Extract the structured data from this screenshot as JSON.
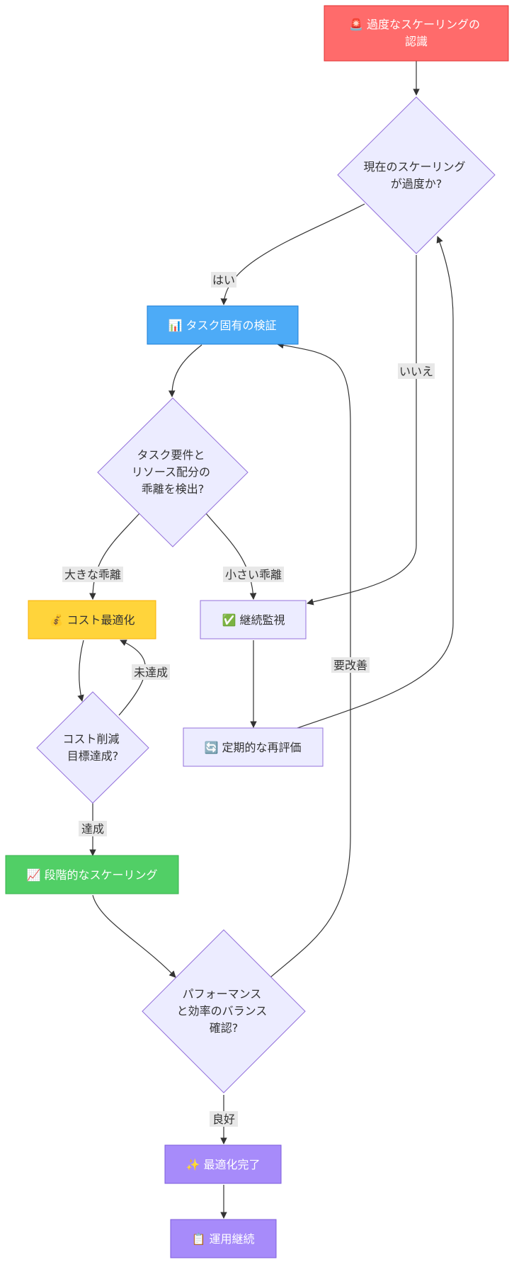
{
  "diagram": {
    "colors": {
      "red": "#ff6b6b",
      "blue": "#4dabf7",
      "yellow": "#ffd43b",
      "green": "#51cf66",
      "purple": "#a78bfa",
      "default_fill": "#ececff",
      "default_stroke": "#9370db",
      "edge": "#333333",
      "label_bg": "#e8e8e8"
    },
    "nodes": {
      "recognize": {
        "icon": "🚨",
        "lines": [
          "過度なスケーリングの",
          "認識"
        ]
      },
      "is_excessive": {
        "lines": [
          "現在のスケーリング",
          "が過度か?"
        ]
      },
      "task_validation": {
        "icon": "📊",
        "lines": [
          "タスク固有の検証"
        ]
      },
      "detect_gap": {
        "lines": [
          "タスク要件と",
          "リソース配分の",
          "乖離を検出?"
        ]
      },
      "cost_opt": {
        "icon": "💰",
        "lines": [
          "コスト最適化"
        ]
      },
      "monitor": {
        "icon": "✅",
        "lines": [
          "継続監視"
        ]
      },
      "target_reached": {
        "lines": [
          "コスト削減",
          "目標達成?"
        ]
      },
      "reeval": {
        "icon": "🔄",
        "lines": [
          "定期的な再評価"
        ]
      },
      "gradual": {
        "icon": "📈",
        "lines": [
          "段階的なスケーリング"
        ]
      },
      "balance": {
        "lines": [
          "パフォーマンス",
          "と効率のバランス",
          "確認?"
        ]
      },
      "done": {
        "icon": "✨",
        "lines": [
          "最適化完了"
        ]
      },
      "operate": {
        "icon": "📋",
        "lines": [
          "運用継続"
        ]
      }
    },
    "edge_labels": {
      "yes": "はい",
      "no": "いいえ",
      "large_gap": "大きな乖離",
      "small_gap": "小さい乖離",
      "not_reached": "未達成",
      "reached": "達成",
      "needs_improvement": "要改善",
      "good": "良好"
    }
  }
}
